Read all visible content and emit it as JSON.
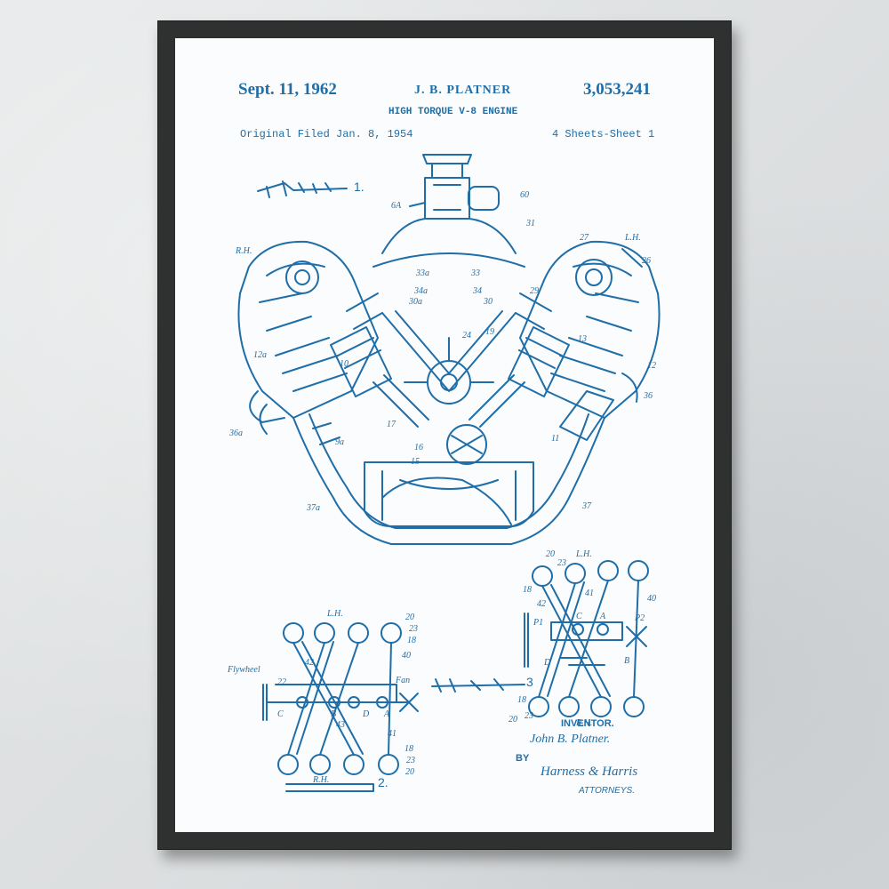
{
  "patent": {
    "date": "Sept. 11, 1962",
    "inventor_name": "J. B. PLATNER",
    "number": "3,053,241",
    "title": "HIGH TORQUE V-8 ENGINE",
    "filed": "Original Filed Jan. 8, 1954",
    "sheets": "4 Sheets-Sheet 1"
  },
  "figures": {
    "fig1": "1.",
    "fig2": "2.",
    "fig3": "3"
  },
  "engine_labels": {
    "l_6a": "6A",
    "l_60": "60",
    "l_31": "31",
    "l_27": "27",
    "l_lh_top": "L.H.",
    "l_rh_top": "R.H.",
    "l_26": "26",
    "l_33a": "33a",
    "l_33": "33",
    "l_34a": "34a",
    "l_34": "34",
    "l_30a": "30a",
    "l_30": "30",
    "l_29": "29",
    "l_24": "24",
    "l_19": "19",
    "l_12a": "12a",
    "l_10": "10",
    "l_13": "13",
    "l_12": "12",
    "l_36": "36",
    "l_36a": "36a",
    "l_17": "17",
    "l_16": "16",
    "l_15": "15",
    "l_9a": "9a",
    "l_11": "11",
    "l_37a": "37a",
    "l_37": "37"
  },
  "fig2_labels": {
    "lh": "L.H.",
    "flywheel": "Flywheel",
    "fan": "Fan",
    "n42": "42",
    "n40": "40",
    "n20a": "20",
    "n23a": "23",
    "n18a": "18",
    "n22": "22",
    "c": "C",
    "b": "B",
    "d": "D",
    "a": "A",
    "n43": "43",
    "n41": "41",
    "n18b": "18",
    "n23b": "23",
    "n20b": "20",
    "rh": "R.H."
  },
  "fig3_labels": {
    "lh": "L.H.",
    "n20a": "20",
    "n23a": "23",
    "n18a": "18",
    "n42": "42",
    "n41": "41",
    "n40": "40",
    "c": "C",
    "a": "A",
    "p1": "P1",
    "p2": "P2",
    "d": "D",
    "b": "B",
    "n18b": "18",
    "n20b": "20",
    "n23b": "23",
    "rh": "R.H."
  },
  "signature": {
    "inventor_label": "INVENTOR.",
    "inventor_sig": "John B. Platner.",
    "by": "BY",
    "attorney_sig": "Harness & Harris",
    "attorneys_label": "ATTORNEYS."
  }
}
